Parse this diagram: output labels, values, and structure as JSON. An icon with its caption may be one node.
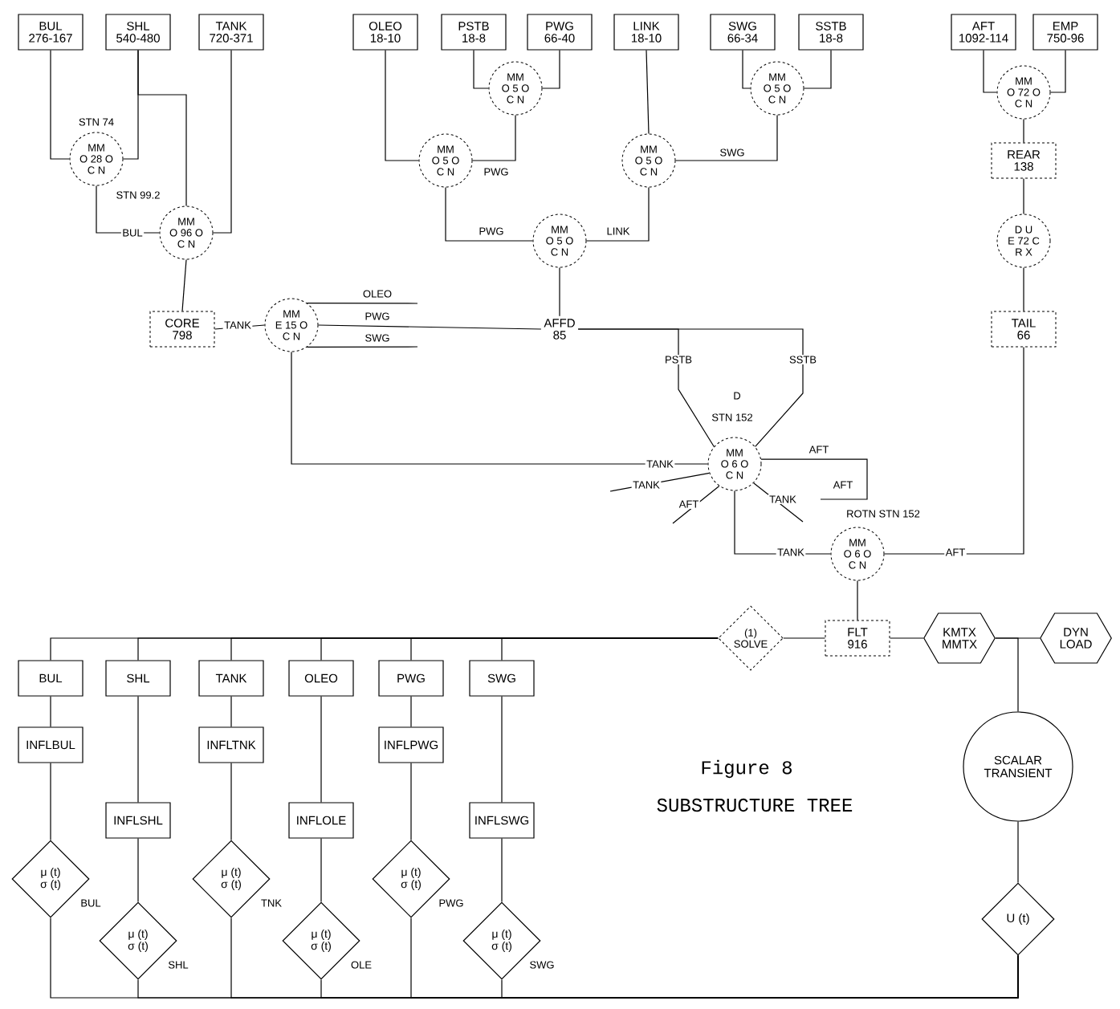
{
  "diagram": {
    "title": "SUBSTRUCTURE TREE",
    "caption": "Figure 8",
    "nodes": [
      {
        "text": [
          "BUL",
          "276-167"
        ]
      },
      {
        "text": [
          "SHL",
          "540-480"
        ]
      },
      {
        "text": [
          "TANK",
          "720-371"
        ]
      },
      {
        "text": [
          "OLEO",
          "18-10"
        ]
      },
      {
        "text": [
          "PSTB",
          "18-8"
        ]
      },
      {
        "text": [
          "PWG",
          "66-40"
        ]
      },
      {
        "text": [
          "LINK",
          "18-10"
        ]
      },
      {
        "text": [
          "SWG",
          "66-34"
        ]
      },
      {
        "text": [
          "SSTB",
          "18-8"
        ]
      },
      {
        "text": [
          "AFT",
          "1092-114"
        ]
      },
      {
        "text": [
          "EMP",
          "750-96"
        ]
      },
      {
        "text": [
          "MM",
          "O 28 O",
          "C N"
        ],
        "beside": [
          "STN 74"
        ]
      },
      {
        "text": [
          "MM",
          "O 96 O",
          "C N"
        ],
        "beside": [
          "STN 99.2"
        ]
      },
      {
        "text": [
          "MM",
          "O 5 O",
          "C N"
        ]
      },
      {
        "text": [
          "MM",
          "O 5 O",
          "C N"
        ]
      },
      {
        "text": [
          "MM",
          "O 5 O",
          "C N"
        ]
      },
      {
        "text": [
          "MM",
          "O 5 O",
          "C N"
        ]
      },
      {
        "text": [
          "MM",
          "O 5 O",
          "C N"
        ]
      },
      {
        "text": [
          "MM",
          "O 72 O",
          "C N"
        ]
      },
      {
        "text": [
          "REAR",
          "138"
        ]
      },
      {
        "text": [
          "D U",
          "E 72 C",
          "R X"
        ]
      },
      {
        "text": [
          "TAIL",
          "66"
        ]
      },
      {
        "text": [
          "CORE",
          "798"
        ]
      },
      {
        "text": [
          "MM",
          "E 15 O",
          "C N"
        ]
      },
      {
        "text": [
          "AFFD",
          "85"
        ]
      },
      {
        "text": [
          "MM",
          "O 6 O",
          "C N"
        ],
        "beside": [
          "D",
          "STN 152"
        ]
      },
      {
        "text": [
          "MM",
          "O 6 O",
          "C N"
        ],
        "beside": [
          "ROTN STN 152"
        ]
      },
      {
        "text": [
          "(1) SOLVE"
        ]
      },
      {
        "text": [
          "FLT",
          "916"
        ]
      },
      {
        "text": [
          "KMTX",
          "MMTX"
        ]
      },
      {
        "text": [
          "DYN LOAD"
        ]
      },
      {
        "text": [
          "SCALAR TRANSIENT"
        ]
      },
      {
        "text": [
          "U (t)"
        ]
      },
      {
        "text": [
          "BUL"
        ]
      },
      {
        "text": [
          "SHL"
        ]
      },
      {
        "text": [
          "TANK"
        ]
      },
      {
        "text": [
          "OLEO"
        ]
      },
      {
        "text": [
          "PWG"
        ]
      },
      {
        "text": [
          "SWG"
        ]
      },
      {
        "text": [
          "INFLBUL"
        ]
      },
      {
        "text": [
          "INFLSHL"
        ]
      },
      {
        "text": [
          "INFLTNK"
        ]
      },
      {
        "text": [
          "INFLOLE"
        ]
      },
      {
        "text": [
          "INFLPWG"
        ]
      },
      {
        "text": [
          "INFLSWG"
        ]
      },
      {
        "text": [
          "μ (t)",
          "σ (t)"
        ],
        "beside": [
          "BUL"
        ]
      },
      {
        "text": [
          "μ (t)",
          "σ (t)"
        ],
        "beside": [
          "SHL"
        ]
      },
      {
        "text": [
          "μ (t)",
          "σ (t)"
        ],
        "beside": [
          "TNK"
        ]
      },
      {
        "text": [
          "μ (t)",
          "σ (t)"
        ],
        "beside": [
          "OLE"
        ]
      },
      {
        "text": [
          "μ (t)",
          "σ (t)"
        ],
        "beside": [
          "PWG"
        ]
      },
      {
        "text": [
          "μ (t)",
          "σ (t)"
        ],
        "beside": [
          "SWG"
        ]
      }
    ],
    "edges": [
      {
        "from": 0,
        "to": 11,
        "arrow": "none"
      },
      {
        "from": 1,
        "to": 11,
        "arrow": "none"
      },
      {
        "from": 1,
        "to": 12,
        "arrow": "none"
      },
      {
        "from": 2,
        "to": 12,
        "arrow": "none"
      },
      {
        "from": 11,
        "to": 12,
        "arrow": "none",
        "label": "BUL"
      },
      {
        "from": 12,
        "to": 22,
        "arrow": "none"
      },
      {
        "from": 22,
        "to": 23,
        "arrow": "none",
        "label": "TANK"
      },
      {
        "from": 23,
        "to": null,
        "arrow": "none",
        "label": "OLEO"
      },
      {
        "from": 23,
        "to": 24,
        "arrow": "none",
        "label": "PWG"
      },
      {
        "from": 23,
        "to": null,
        "arrow": "none",
        "label": "SWG"
      },
      {
        "from": 24,
        "to": 25,
        "arrow": "none",
        "label": "PSTB"
      },
      {
        "from": 24,
        "to": 25,
        "arrow": "none",
        "label": "SSTB"
      },
      {
        "from": 23,
        "to": 25,
        "arrow": "none",
        "label": "TANK"
      },
      {
        "from": 25,
        "to": null,
        "arrow": "none",
        "label": "TANK"
      },
      {
        "from": 25,
        "to": null,
        "arrow": "none",
        "label": "AFT"
      },
      {
        "from": 25,
        "to": null,
        "arrow": "none",
        "label": "TANK"
      },
      {
        "from": 25,
        "to": null,
        "arrow": "none",
        "label": "AFT"
      },
      {
        "from": 25,
        "to": 26,
        "arrow": "none",
        "label": "TANK"
      },
      {
        "from": 21,
        "to": 26,
        "arrow": "none",
        "label": "AFT"
      },
      {
        "from": 26,
        "to": 28,
        "arrow": "none"
      },
      {
        "from": 28,
        "to": 27,
        "arrow": "none"
      },
      {
        "from": 27,
        "to": 33,
        "arrow": "none"
      },
      {
        "from": 27,
        "to": 34,
        "arrow": "none"
      },
      {
        "from": 27,
        "to": 35,
        "arrow": "none"
      },
      {
        "from": 27,
        "to": 36,
        "arrow": "none"
      },
      {
        "from": 27,
        "to": 37,
        "arrow": "none"
      },
      {
        "from": 27,
        "to": 38,
        "arrow": "none"
      },
      {
        "from": 28,
        "to": 29,
        "arrow": "none"
      },
      {
        "from": 29,
        "to": 30,
        "arrow": "none"
      },
      {
        "from": 29,
        "to": 31,
        "arrow": "none"
      },
      {
        "from": 31,
        "to": 32,
        "arrow": "none"
      },
      {
        "from": 33,
        "to": 39,
        "arrow": "none"
      },
      {
        "from": 39,
        "to": 45,
        "arrow": "none"
      },
      {
        "from": 34,
        "to": 40,
        "arrow": "none"
      },
      {
        "from": 40,
        "to": 46,
        "arrow": "none"
      },
      {
        "from": 35,
        "to": 41,
        "arrow": "none"
      },
      {
        "from": 41,
        "to": 47,
        "arrow": "none"
      },
      {
        "from": 36,
        "to": 42,
        "arrow": "none"
      },
      {
        "from": 42,
        "to": 48,
        "arrow": "none"
      },
      {
        "from": 37,
        "to": 43,
        "arrow": "none"
      },
      {
        "from": 43,
        "to": 49,
        "arrow": "none"
      },
      {
        "from": 38,
        "to": 44,
        "arrow": "none"
      },
      {
        "from": 44,
        "to": 50,
        "arrow": "none"
      },
      {
        "from": 45,
        "to": 32,
        "arrow": "none"
      },
      {
        "from": 46,
        "to": 32,
        "arrow": "none"
      },
      {
        "from": 47,
        "to": 32,
        "arrow": "none"
      },
      {
        "from": 48,
        "to": 32,
        "arrow": "none"
      },
      {
        "from": 49,
        "to": 32,
        "arrow": "none"
      },
      {
        "from": 50,
        "to": 32,
        "arrow": "none"
      },
      {
        "from": 9,
        "to": 18,
        "arrow": "none"
      },
      {
        "from": 10,
        "to": 18,
        "arrow": "none"
      },
      {
        "from": 18,
        "to": 19,
        "arrow": "none"
      },
      {
        "from": 19,
        "to": 20,
        "arrow": "none"
      },
      {
        "from": 20,
        "to": 21,
        "arrow": "none"
      },
      {
        "from": 3,
        "to": 14,
        "arrow": "none"
      },
      {
        "from": 4,
        "to": 13,
        "arrow": "none"
      },
      {
        "from": 5,
        "to": 13,
        "arrow": "none"
      },
      {
        "from": 13,
        "to": 14,
        "arrow": "none",
        "label": "PWG"
      },
      {
        "from": 6,
        "to": 15,
        "arrow": "none"
      },
      {
        "from": 7,
        "to": 16,
        "arrow": "none"
      },
      {
        "from": 8,
        "to": 16,
        "arrow": "none"
      },
      {
        "from": 16,
        "to": 15,
        "arrow": "none",
        "label": "SWG"
      },
      {
        "from": 14,
        "to": 17,
        "arrow": "none",
        "label": "PWG"
      },
      {
        "from": 15,
        "to": 17,
        "arrow": "none",
        "label": "LINK"
      },
      {
        "from": 17,
        "to": 24,
        "arrow": "none"
      }
    ],
    "labels": [
      "AFT"
    ]
  }
}
